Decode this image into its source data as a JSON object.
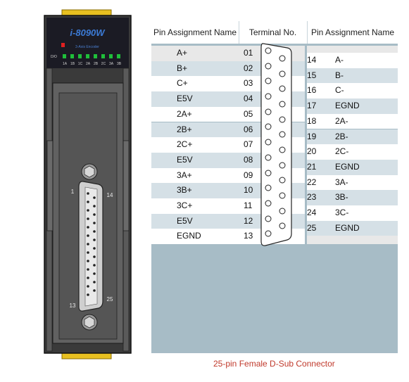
{
  "module": {
    "model": "i-8090W",
    "subtitle": "3-Axis Encoder",
    "do_label": "D/O",
    "led_labels": [
      "1A",
      "1B",
      "1C",
      "2A",
      "2B",
      "2C",
      "3A",
      "3B"
    ],
    "pin_label_1": "1",
    "pin_label_14": "14",
    "pin_label_13": "13",
    "pin_label_25": "25"
  },
  "table": {
    "headers": {
      "left": "Pin Assignment Name",
      "middle": "Terminal No.",
      "right": "Pin Assignment Name"
    },
    "left_rows": [
      {
        "name": "A+",
        "num": "01"
      },
      {
        "name": "B+",
        "num": "02"
      },
      {
        "name": "C+",
        "num": "03"
      },
      {
        "name": "E5V",
        "num": "04"
      },
      {
        "name": "2A+",
        "num": "05"
      },
      {
        "name": "2B+",
        "num": "06"
      },
      {
        "name": "2C+",
        "num": "07"
      },
      {
        "name": "E5V",
        "num": "08"
      },
      {
        "name": "3A+",
        "num": "09"
      },
      {
        "name": "3B+",
        "num": "10"
      },
      {
        "name": "3C+",
        "num": "11"
      },
      {
        "name": "E5V",
        "num": "12"
      },
      {
        "name": "EGND",
        "num": "13"
      }
    ],
    "right_rows": [
      {
        "num": "14",
        "name": "A-"
      },
      {
        "num": "15",
        "name": "B-"
      },
      {
        "num": "16",
        "name": "C-"
      },
      {
        "num": "17",
        "name": "EGND"
      },
      {
        "num": "18",
        "name": "2A-"
      },
      {
        "num": "19",
        "name": "2B-"
      },
      {
        "num": "20",
        "name": "2C-"
      },
      {
        "num": "21",
        "name": "EGND"
      },
      {
        "num": "22",
        "name": "3A-"
      },
      {
        "num": "23",
        "name": "3B-"
      },
      {
        "num": "24",
        "name": "3C-"
      },
      {
        "num": "25",
        "name": "EGND"
      }
    ]
  },
  "caption": "25-pin Female D-Sub Connector",
  "colors": {
    "caption": "#c0392b",
    "table_bg": "#a7bcc6",
    "led_green": "#1fbf3a",
    "led_red": "#e02020",
    "module_body": "#4a4a4a",
    "module_top": "#1b1b24",
    "clip_yellow": "#e8c020"
  }
}
